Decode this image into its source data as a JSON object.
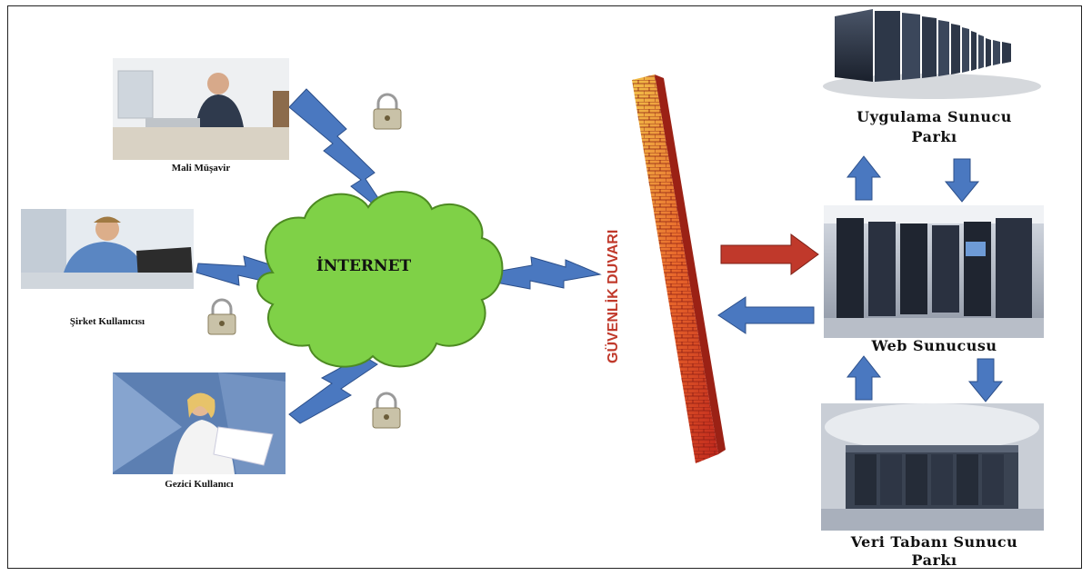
{
  "users": [
    {
      "label": "Mali Müşavir"
    },
    {
      "label": "Şirket Kullanıcısı"
    },
    {
      "label": "Gezici Kullanıcı"
    }
  ],
  "cloud": {
    "label": "İNTERNET"
  },
  "firewall": {
    "label": "GÜVENLİK DUVARI"
  },
  "servers": {
    "app": {
      "label_line1": "Uygulama Sunucu",
      "label_line2": "Parkı"
    },
    "web": {
      "label": "Web Sunucusu"
    },
    "db": {
      "label_line1": "Veri Tabanı Sunucu",
      "label_line2": "Parkı"
    }
  },
  "colors": {
    "cloud_fill": "#7fd147",
    "bolt_fill": "#4a78c0",
    "arrow_blue": "#4a78c0",
    "arrow_red": "#c0392b",
    "firewall_text": "#c0392b"
  }
}
